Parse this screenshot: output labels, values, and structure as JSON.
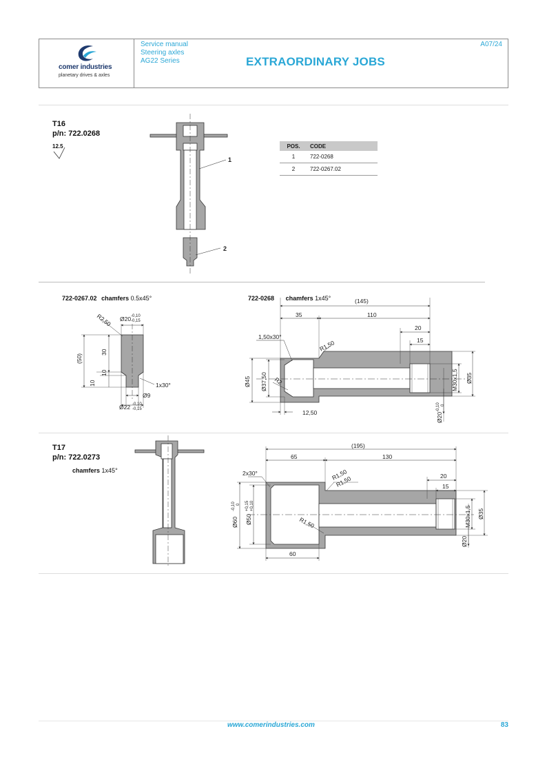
{
  "header": {
    "company": "comer industries",
    "tagline": "planetary drives & axles",
    "manual_lines": [
      "Service manual",
      "Steering axles",
      "AG22 Series"
    ],
    "revision": "A07/24",
    "title": "EXTRAORDINARY JOBS"
  },
  "t16": {
    "tool": "T16",
    "pn": "p/n: 722.0268",
    "roughness": "12.5",
    "callouts": [
      "1",
      "2"
    ],
    "table": {
      "headers": [
        "POS.",
        "CODE"
      ],
      "rows": [
        [
          "1",
          "722-0268"
        ],
        [
          "2",
          "722-0267.02"
        ]
      ]
    }
  },
  "detail_a": {
    "code": "722-0267.02",
    "chamfer_label": "chamfers",
    "chamfer_value": "0.5x45°",
    "dims": {
      "r": "R2,50",
      "d20": "Ø20",
      "d20_tol_up": "-0,10",
      "d20_tol_dn": "-0,15",
      "h50": "(50)",
      "h30": "30",
      "h10a": "10",
      "h10b": "10",
      "ang": "1x30°",
      "d9": "Ø9",
      "d22": "Ø22",
      "d22_tol_up": "-0,10",
      "d22_tol_dn": "-0,15"
    }
  },
  "detail_b": {
    "code": "722-0268",
    "chamfer_label": "chamfers",
    "chamfer_value": "1x45°",
    "dims": {
      "total": "(145)",
      "l35": "35",
      "l110": "110",
      "l20": "20",
      "l15": "15",
      "ang": "1,50x30°",
      "r150": "R1,50",
      "r2": "R2",
      "d45": "Ø45",
      "d3750": "Ø37,50",
      "m30": "M30x1,5",
      "d35": "Ø35",
      "d20": "Ø20",
      "d20_tol_up": "-0,10",
      "d20_tol_dn": "0",
      "l1250": "12,50"
    }
  },
  "t17": {
    "tool": "T17",
    "pn": "p/n: 722.0273",
    "chamfer_label": "chamfers",
    "chamfer_value": "1x45°",
    "dims": {
      "total": "(195)",
      "l65": "65",
      "l130": "130",
      "l20": "20",
      "l15": "15",
      "ang": "2x30°",
      "r150a": "R1,50",
      "r150b": "R1,50",
      "r150c": "R1,50",
      "d60": "Ø60",
      "d60_tol_up": "-0,10",
      "d60_tol_dn": "0",
      "d50": "Ø50",
      "d50_tol_up": "+0,15",
      "d50_tol_dn": "+0,10",
      "m30": "M30x1,5",
      "d35": "Ø35",
      "d20": "Ø20",
      "l60": "60"
    }
  },
  "footer": {
    "url": "www.comerindustries.com",
    "page": "83"
  },
  "colors": {
    "accent": "#2aa7d6",
    "part_fill": "#a6a6a6",
    "line": "#333333"
  }
}
